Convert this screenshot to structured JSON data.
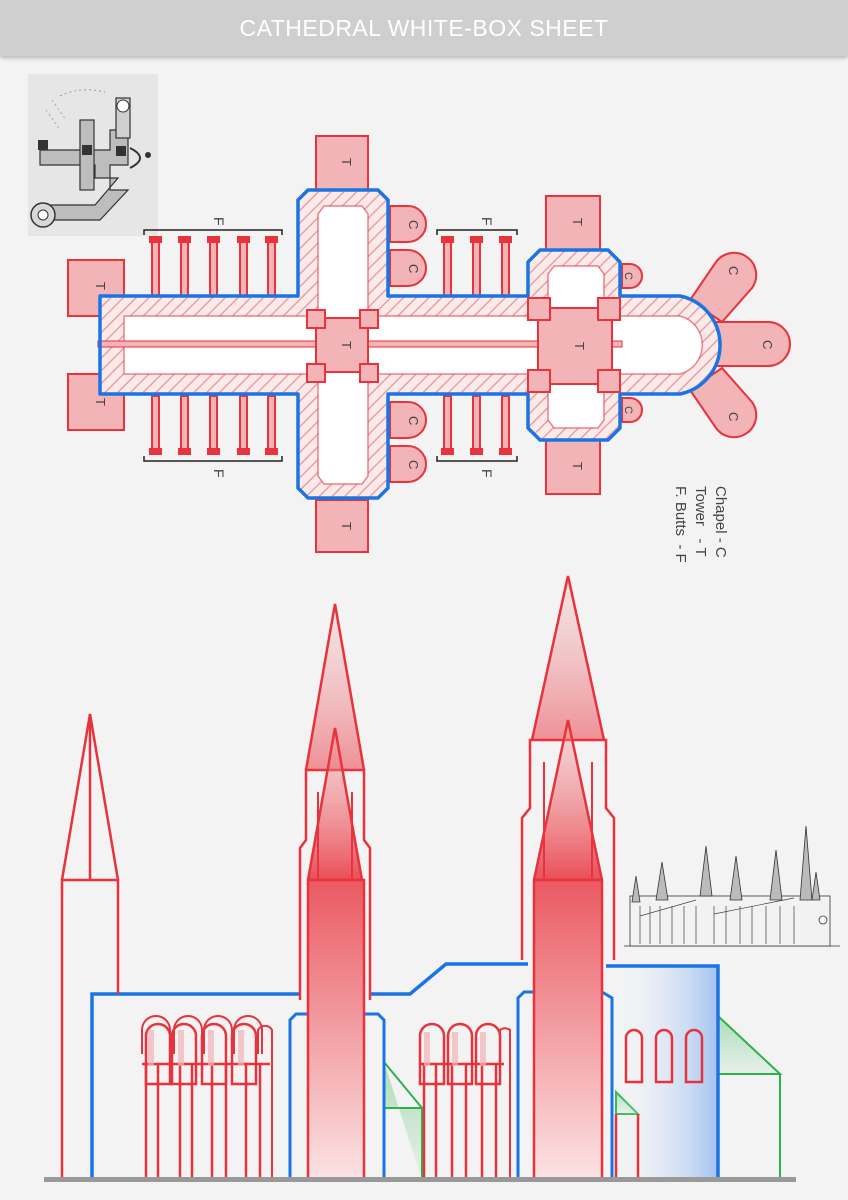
{
  "header": {
    "title": "CATHEDRAL WHITE-BOX SHEET"
  },
  "plan": {
    "tower_label": "T",
    "chapel_label": "C",
    "buttress_label": "F"
  },
  "legend": {
    "items": [
      "Chapel - C",
      "Tower   - T",
      "F. Butts  - F"
    ]
  },
  "colors": {
    "red": "#e8323c",
    "red_fill": "#f2b4b6",
    "blue": "#1b74e4",
    "green": "#2bb34a",
    "header_bg": "#cfcfcf",
    "page_bg": "#f3f3f3"
  }
}
